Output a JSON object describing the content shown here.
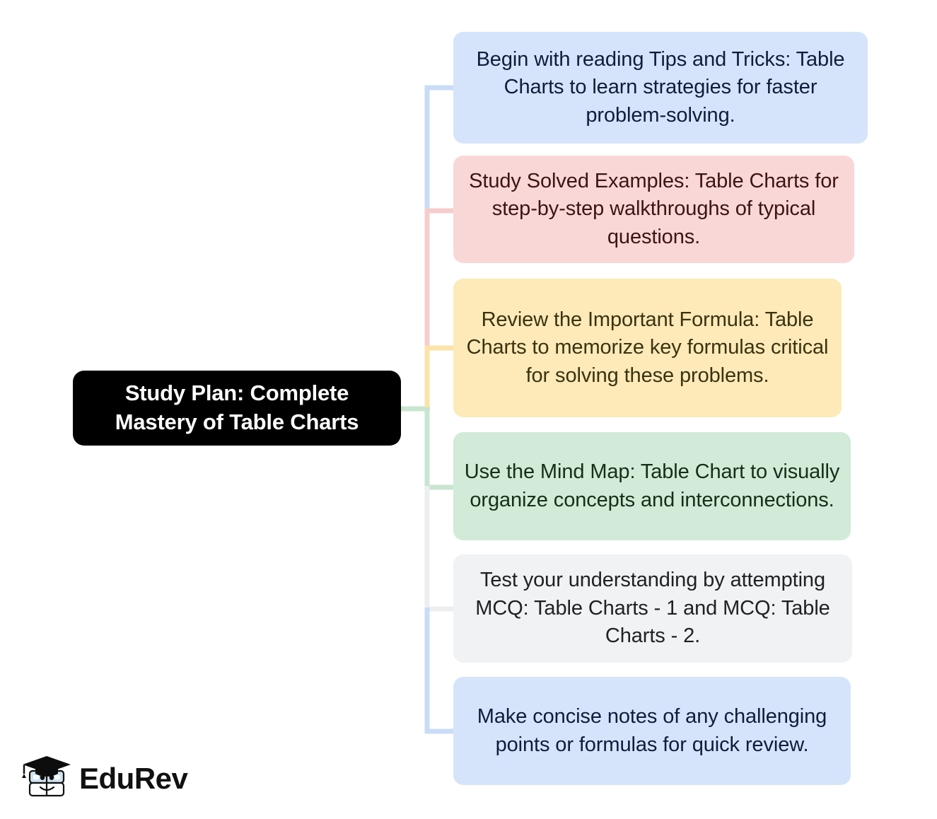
{
  "diagram": {
    "type": "mind-map",
    "root": {
      "label": "Study Plan: Complete Mastery of Table Charts",
      "bg_color": "#000000",
      "text_color": "#ffffff"
    },
    "branches": [
      {
        "label": "Begin with reading Tips and Tricks: Table Charts to learn strategies for faster problem-solving.",
        "bg_color": "#d6e4fb",
        "text_color": "#0f1d3d",
        "line_color": "#c9dcf7"
      },
      {
        "label": "Study Solved Examples: Table Charts for step-by-step walkthroughs of typical questions.",
        "bg_color": "#f9d7d7",
        "text_color": "#3d1414",
        "line_color": "#f6cccc"
      },
      {
        "label": "Review the Important Formula: Table Charts to memorize key formulas critical for solving these problems.",
        "bg_color": "#fdeab8",
        "text_color": "#3a3211",
        "line_color": "#fbe3aa"
      },
      {
        "label": "Use the Mind Map: Table Chart to visually organize concepts and interconnections.",
        "bg_color": "#d2ead8",
        "text_color": "#12301a",
        "line_color": "#c8e5d0"
      },
      {
        "label": "Test your understanding by attempting MCQ: Table Charts - 1 and MCQ: Table Charts - 2.",
        "bg_color": "#f1f2f3",
        "text_color": "#202124",
        "line_color": "#eceef0"
      },
      {
        "label": "Make concise notes of any challenging points or formulas for quick review.",
        "bg_color": "#d6e4fb",
        "text_color": "#0f1d3d",
        "line_color": "#c9dcf7"
      }
    ]
  },
  "logo": {
    "name": "EduRev",
    "mark": "graduation-cap-book-icon",
    "text_color": "#111111",
    "cap_color": "#0d0d0d",
    "book_color": "#cfe3f2"
  }
}
